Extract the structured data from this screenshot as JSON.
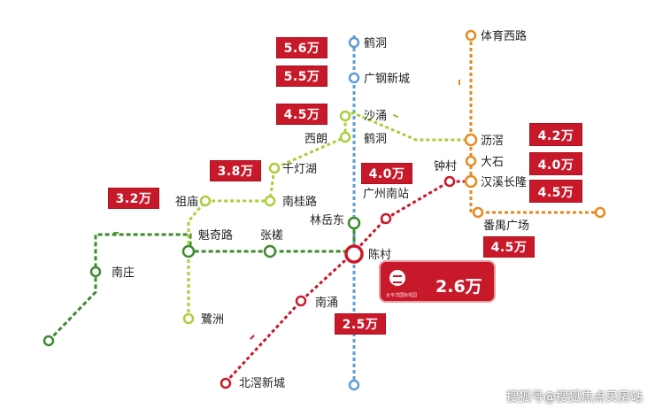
{
  "colors": {
    "line_blue": "#5e9cd3",
    "line_green": "#3d8a2e",
    "line_lime": "#a9cf3b",
    "line_red": "#c8192a",
    "line_orange": "#e58a1f",
    "price_red": "#c8192a"
  },
  "stations": {
    "hedong_top": "鹤洞",
    "guanggang": "广钢新城",
    "shachong": "沙涌",
    "xilang": "西朗",
    "hedong": "鹤洞",
    "qiandenghu": "千灯湖",
    "nanguilu": "南桂路",
    "zumiao": "祖庙",
    "kuiqilu": "魁奇路",
    "zhangcha": "张槎",
    "linyuedong": "林岳东",
    "guangzhou_south": "广州南站",
    "zhongcun": "钟村",
    "chencun": "陈村",
    "nanchong": "南涌",
    "nanzhuang": "南庄",
    "lanzhou": "鷺洲",
    "beijiao": "北滘新城",
    "tiyuxilu": "体育西路",
    "lijiao": "沥滘",
    "dashi": "大石",
    "hanxi": "汉溪长隆",
    "panyu": "番禺广场"
  },
  "prices": {
    "p_hedong_top": "5.6万",
    "p_guanggang": "5.5万",
    "p_shachong": "4.5万",
    "p_qiandenghu": "3.8万",
    "p_zumiao": "3.2万",
    "p_gzsouth": "4.0万",
    "p_lijiao": "4.2万",
    "p_dashi": "4.0万",
    "p_hanxi": "4.5万",
    "p_panyu": "4.5万",
    "p_nanchong": "2.5万",
    "featured": "2.6万"
  },
  "featured_brand_cn": "太平洋国际花园",
  "watermark": "搜狐号@搜狐焦点买房站"
}
